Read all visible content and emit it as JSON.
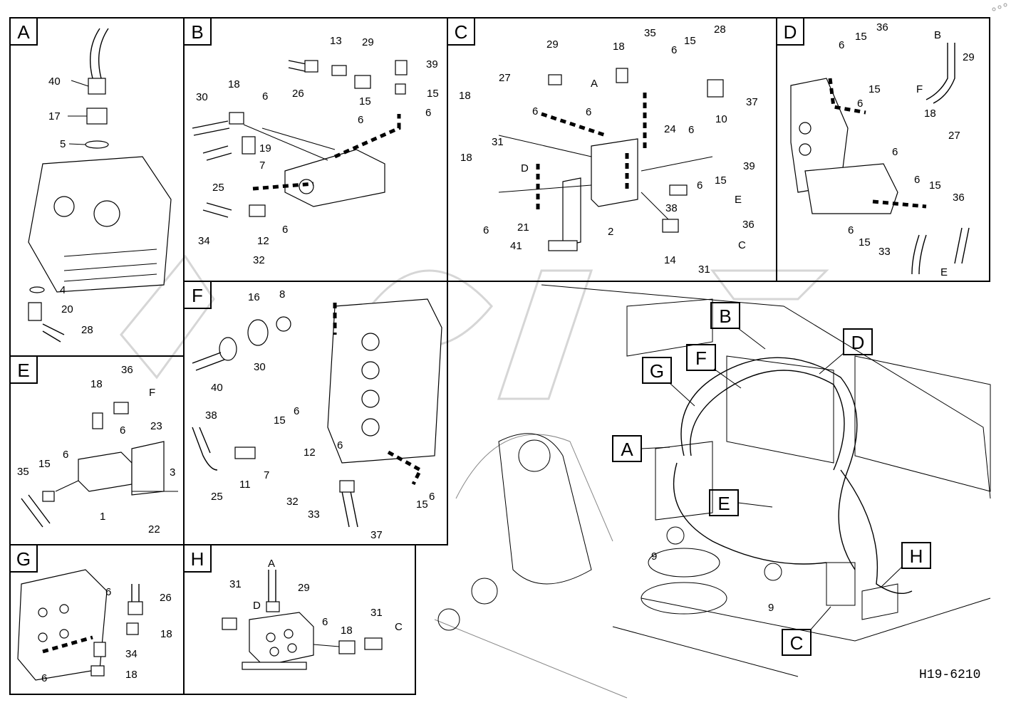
{
  "drawing_code": "H19-6210",
  "panels": {
    "A": {
      "letter": "A",
      "labels": [
        "40",
        "17",
        "5",
        "4",
        "20",
        "28"
      ]
    },
    "B": {
      "letter": "B",
      "labels": [
        "13",
        "29",
        "39",
        "26",
        "15",
        "15",
        "18",
        "6",
        "6",
        "30",
        "6",
        "19",
        "7",
        "25",
        "34",
        "12",
        "6",
        "32"
      ]
    },
    "C": {
      "letter": "C",
      "labels": [
        "29",
        "18",
        "35",
        "6",
        "15",
        "28",
        "27",
        "A",
        "6",
        "18",
        "6",
        "10",
        "37",
        "31",
        "24",
        "6",
        "18",
        "D",
        "39",
        "6",
        "15",
        "38",
        "E",
        "6",
        "21",
        "2",
        "36",
        "41",
        "14",
        "C",
        "31"
      ]
    },
    "D": {
      "letter": "D",
      "labels": [
        "6",
        "15",
        "36",
        "B",
        "29",
        "F",
        "15",
        "6",
        "18",
        "6",
        "27",
        "6",
        "15",
        "36",
        "6",
        "15",
        "33",
        "E"
      ]
    },
    "E": {
      "letter": "E",
      "labels": [
        "18",
        "36",
        "F",
        "6",
        "23",
        "35",
        "15",
        "6",
        "3",
        "1",
        "22"
      ]
    },
    "F": {
      "letter": "F",
      "labels": [
        "16",
        "8",
        "30",
        "40",
        "38",
        "15",
        "6",
        "12",
        "6",
        "25",
        "11",
        "7",
        "32",
        "33",
        "15",
        "6",
        "37"
      ]
    },
    "G": {
      "letter": "G",
      "labels": [
        "6",
        "26",
        "18",
        "34",
        "6",
        "18"
      ]
    },
    "H": {
      "letter": "H",
      "labels": [
        "A",
        "29",
        "31",
        "D",
        "6",
        "18",
        "31",
        "C"
      ]
    }
  },
  "overview": {
    "callouts": [
      "B",
      "D",
      "G",
      "F",
      "A",
      "E",
      "H",
      "C"
    ],
    "labels": [
      "9",
      "9"
    ]
  }
}
